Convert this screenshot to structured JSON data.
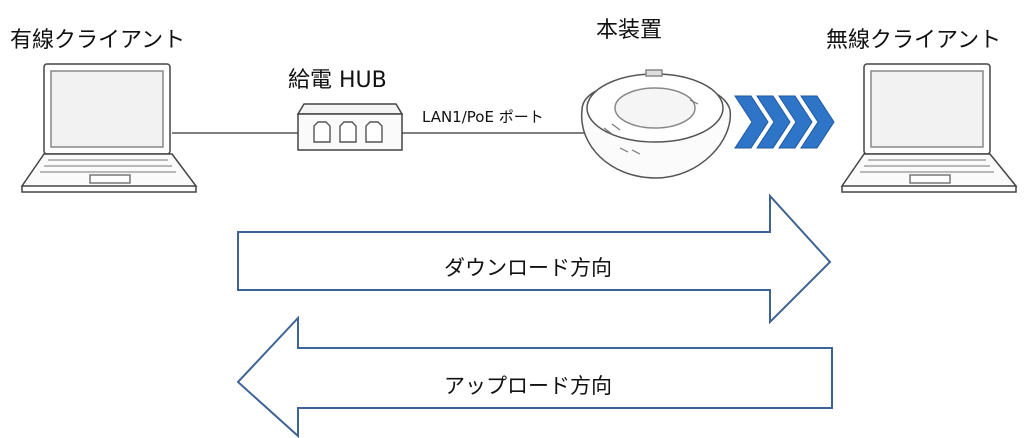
{
  "labels": {
    "wired_client": "有線クライアント",
    "poe_hub": "給電 HUB",
    "device": "本装置",
    "wireless_client": "無線クライアント",
    "port": "LAN1/PoE ポート",
    "download_direction": "ダウンロード方向",
    "upload_direction": "アップロード方向"
  },
  "colors": {
    "arrow_stroke": "#3d6494",
    "wireless_chevron": "#2e75c8",
    "line": "#333333"
  }
}
